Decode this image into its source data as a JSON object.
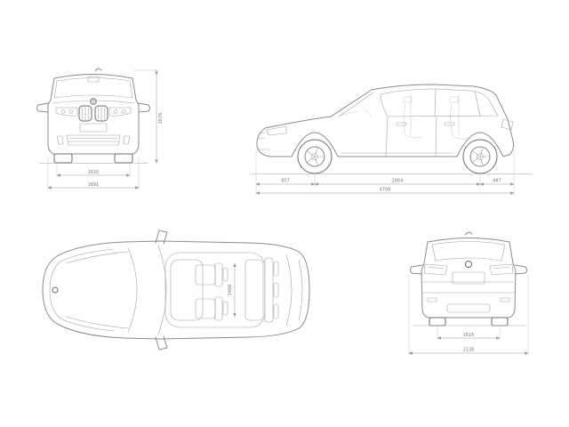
{
  "views": {
    "front": {
      "dims": {
        "height": "1676",
        "track": "1620",
        "width": "1891"
      }
    },
    "side": {
      "dims": {
        "front_overhang": "857",
        "wheelbase": "2864",
        "rear_overhang": "987",
        "overall_length": "4708"
      }
    },
    "top": {
      "dims": {
        "cabin_width": "1460"
      }
    },
    "rear": {
      "dims": {
        "track": "1616",
        "width_with_mirrors": "2138"
      }
    }
  },
  "colors": {
    "car_line": "#8c8c8c",
    "dim_line": "#9b9b9b",
    "dim_text": "#7a7a7a",
    "background": "#ffffff"
  }
}
